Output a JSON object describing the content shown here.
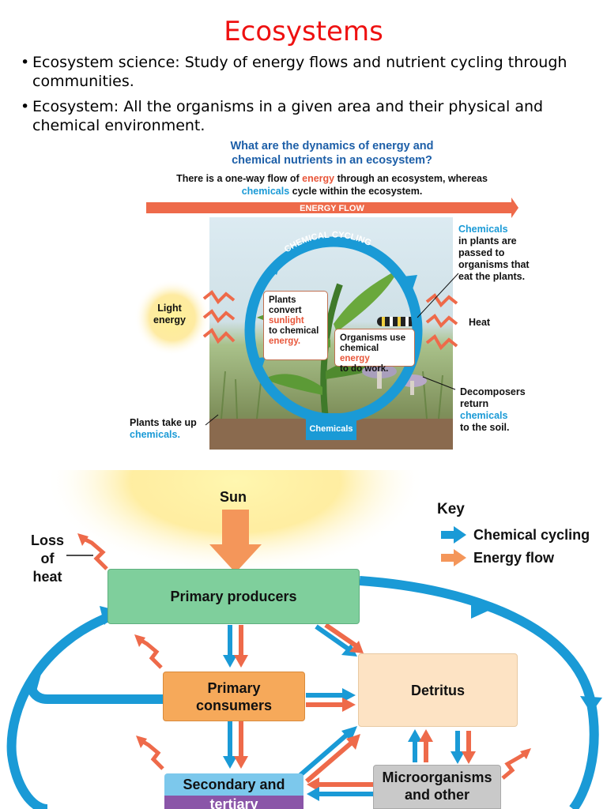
{
  "title": "Ecosystems",
  "bullets": [
    "Ecosystem science: Study of energy flows and nutrient cycling through communities.",
    "Ecosystem: All the organisms in a given area and their physical and chemical environment."
  ],
  "figure1": {
    "heading_line1": "What are the dynamics of energy and",
    "heading_line2": "chemical nutrients in an ecosystem?",
    "sub_line1_pre": "There is a one-way flow of ",
    "sub_line1_energy": "energy",
    "sub_line1_post": " through an ecosystem, whereas",
    "sub_line2_chemicals": "chemicals",
    "sub_line2_post": " cycle within the ecosystem.",
    "energy_flow_label": "ENERGY FLOW",
    "chemical_cycling_label": "CHEMICAL CYCLING",
    "light_energy_line1": "Light",
    "light_energy_line2": "energy",
    "heat_label": "Heat",
    "chemicals_note": {
      "line1": "Chemicals",
      "line2": "in plants are",
      "line3": "passed to",
      "line4": "organisms that",
      "line5": "eat the plants."
    },
    "plants_convert": {
      "line1": "Plants",
      "line2": "convert",
      "line3": "sunlight",
      "line4": "to chemical",
      "line5": "energy."
    },
    "organisms_use": {
      "line1": "Organisms use",
      "line2_pre": "chemical ",
      "line2_energy": "energy",
      "line3": "to do work."
    },
    "decomposers": {
      "line1": "Decomposers",
      "line2": "return",
      "line3": "chemicals",
      "line4": "to the soil."
    },
    "plants_take_up": {
      "line1": "Plants take up",
      "line2": "chemicals."
    },
    "chemicals_box": "Chemicals"
  },
  "figure2": {
    "sun": "Sun",
    "key_title": "Key",
    "key_chemical": "Chemical cycling",
    "key_energy": "Energy flow",
    "loss_of_heat": [
      "Loss",
      "of",
      "heat"
    ],
    "primary_producers": "Primary producers",
    "primary_consumers": [
      "Primary",
      "consumers"
    ],
    "detritus": "Detritus",
    "secondary_tertiary": [
      "Secondary and",
      "tertiary"
    ],
    "microorganisms": [
      "Microorganisms",
      "and other"
    ]
  },
  "colors": {
    "title": "#ee1111",
    "energy": "#e8563a",
    "chemical": "#1a9ad6",
    "heading_blue": "#1d5fa8",
    "producers_fill": "#7fcf9c",
    "consumers_fill": "#f6a95a",
    "detritus_fill": "#fde3c4",
    "secondary_fill": "#7cc8ec",
    "tertiary_fill": "#8a55a8",
    "micro_fill": "#c9c9c9"
  }
}
